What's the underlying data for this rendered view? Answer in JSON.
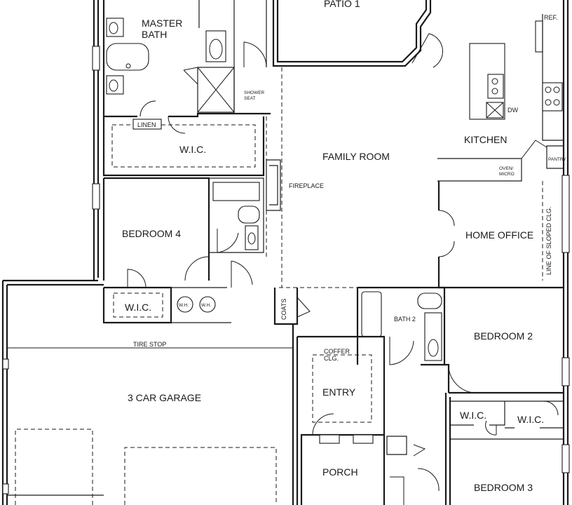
{
  "rooms": {
    "patio": "PATIO 1",
    "master_bath_line1": "MASTER",
    "master_bath_line2": "BATH",
    "shower_seat_line1": "SHOWER",
    "shower_seat_line2": "SEAT",
    "linen": "LINEN",
    "master_wic": "W.I.C.",
    "family_room": "FAMILY ROOM",
    "fireplace": "FIREPLACE",
    "kitchen": "KITCHEN",
    "dw": "DW",
    "ref": "REF.",
    "oven_line1": "OVEN/",
    "oven_line2": "MICRO",
    "pantry": "PANTRY",
    "bedroom4": "BEDROOM 4",
    "home_office": "HOME OFFICE",
    "sloped_clg": "LINE OF SLOPED CLG.",
    "bed4_wic": "W.I.C.",
    "wh1": "W.H.",
    "wh2": "W.H.",
    "coats": "COATS",
    "bath2": "BATH 2",
    "bedroom2": "BEDROOM 2",
    "tire_stop": "TIRE STOP",
    "garage": "3 CAR GARAGE",
    "coffer_line1": "COFFER",
    "coffer_line2": "CLG.",
    "entry": "ENTRY",
    "bed2_wic": "W.I.C.",
    "bed3_wic": "W.I.C.",
    "porch": "PORCH",
    "bedroom3": "BEDROOM 3"
  }
}
